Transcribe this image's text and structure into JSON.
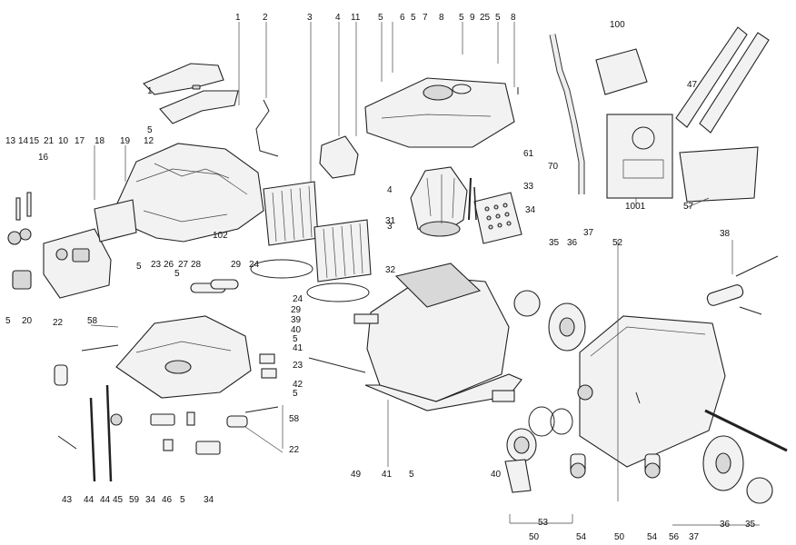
{
  "labels": {
    "l1": "1",
    "l2": "2",
    "l3": "3",
    "l4": "4",
    "l11": "11",
    "l5a": "5",
    "l6": "6",
    "l5b": "5",
    "l7": "7",
    "l8a": "8",
    "l5c": "5",
    "l9": "9",
    "l25": "25",
    "l5d": "5",
    "l8b": "8",
    "l100": "100",
    "l1b": "1",
    "l5e": "5",
    "l12": "12",
    "l13": "13",
    "l14": "14",
    "l15": "15",
    "l21": "21",
    "l10": "10",
    "l17": "17",
    "l18": "18",
    "l19": "19",
    "l16": "16",
    "l4b": "4",
    "l61": "61",
    "l70": "70",
    "l33": "33",
    "l34a": "34",
    "l31": "31",
    "l1001": "1001",
    "l57": "57",
    "l47": "47",
    "l3b": "3",
    "l102": "102",
    "l24a": "24",
    "l23a": "23",
    "l26": "26",
    "l27": "27",
    "l28": "28",
    "l29a": "29",
    "l5f": "5",
    "l5g": "5",
    "l20": "20",
    "l22a": "22",
    "l58a": "58",
    "l32": "32",
    "l35a": "35",
    "l36a": "36",
    "l37a": "37",
    "l52": "52",
    "l38": "38",
    "l24b": "24",
    "l29b": "29",
    "l39": "39",
    "l40a": "40",
    "l5h": "5",
    "l41a": "41",
    "l23b": "23",
    "l42": "42",
    "l5i": "5",
    "l58b": "58",
    "l22b": "22",
    "l49": "49",
    "l41b": "41",
    "l5j": "5",
    "l40b": "40",
    "l43": "43",
    "l44a": "44",
    "l44b": "44",
    "l45": "45",
    "l59": "59",
    "l34b": "34",
    "l46": "46",
    "l5k": "5",
    "l34c": "34",
    "l53": "53",
    "l50a": "50",
    "l54a": "54",
    "l50b": "50",
    "l54b": "54",
    "l56": "56",
    "l37b": "37",
    "l36b": "36",
    "l35b": "35"
  }
}
